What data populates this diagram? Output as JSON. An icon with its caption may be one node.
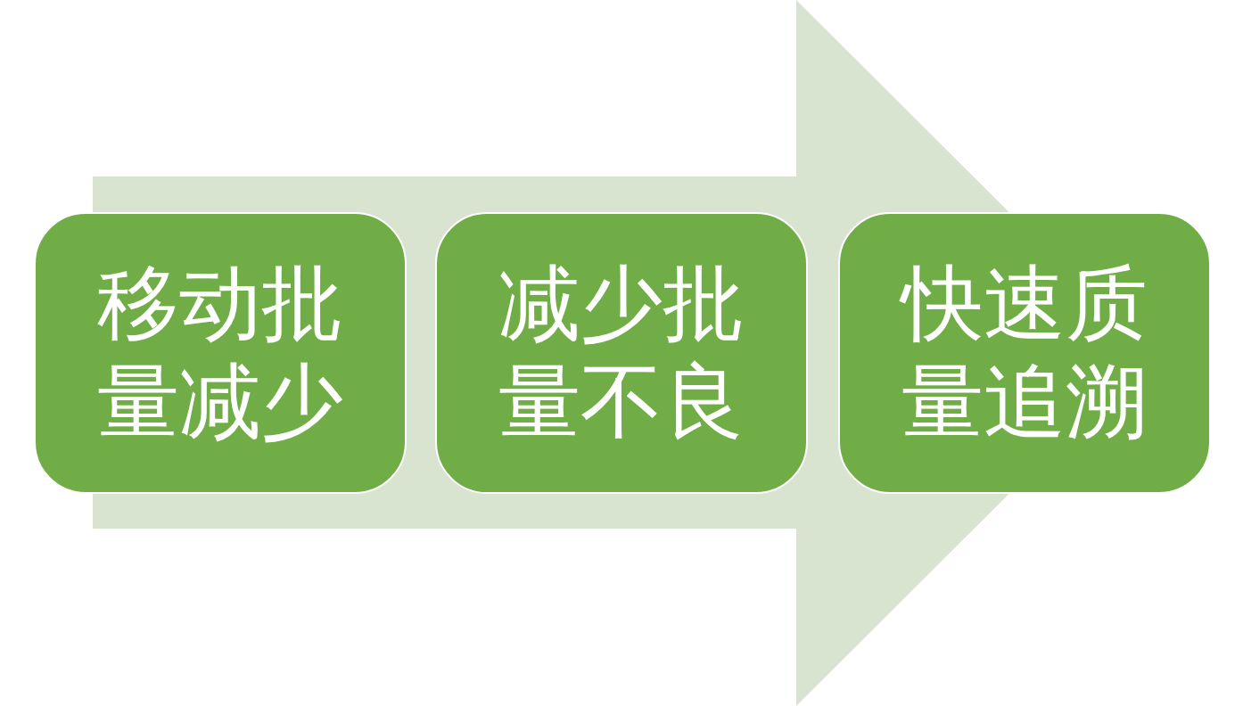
{
  "diagram": {
    "nodes": [
      {
        "text": [],
        "shape": "arrow"
      },
      {
        "text": [
          "移动批量减少"
        ]
      },
      {
        "text": [
          "减少批量不良"
        ],
        "in": 0
      },
      {
        "text": [
          "快速质量追溯"
        ]
      }
    ]
  }
}
